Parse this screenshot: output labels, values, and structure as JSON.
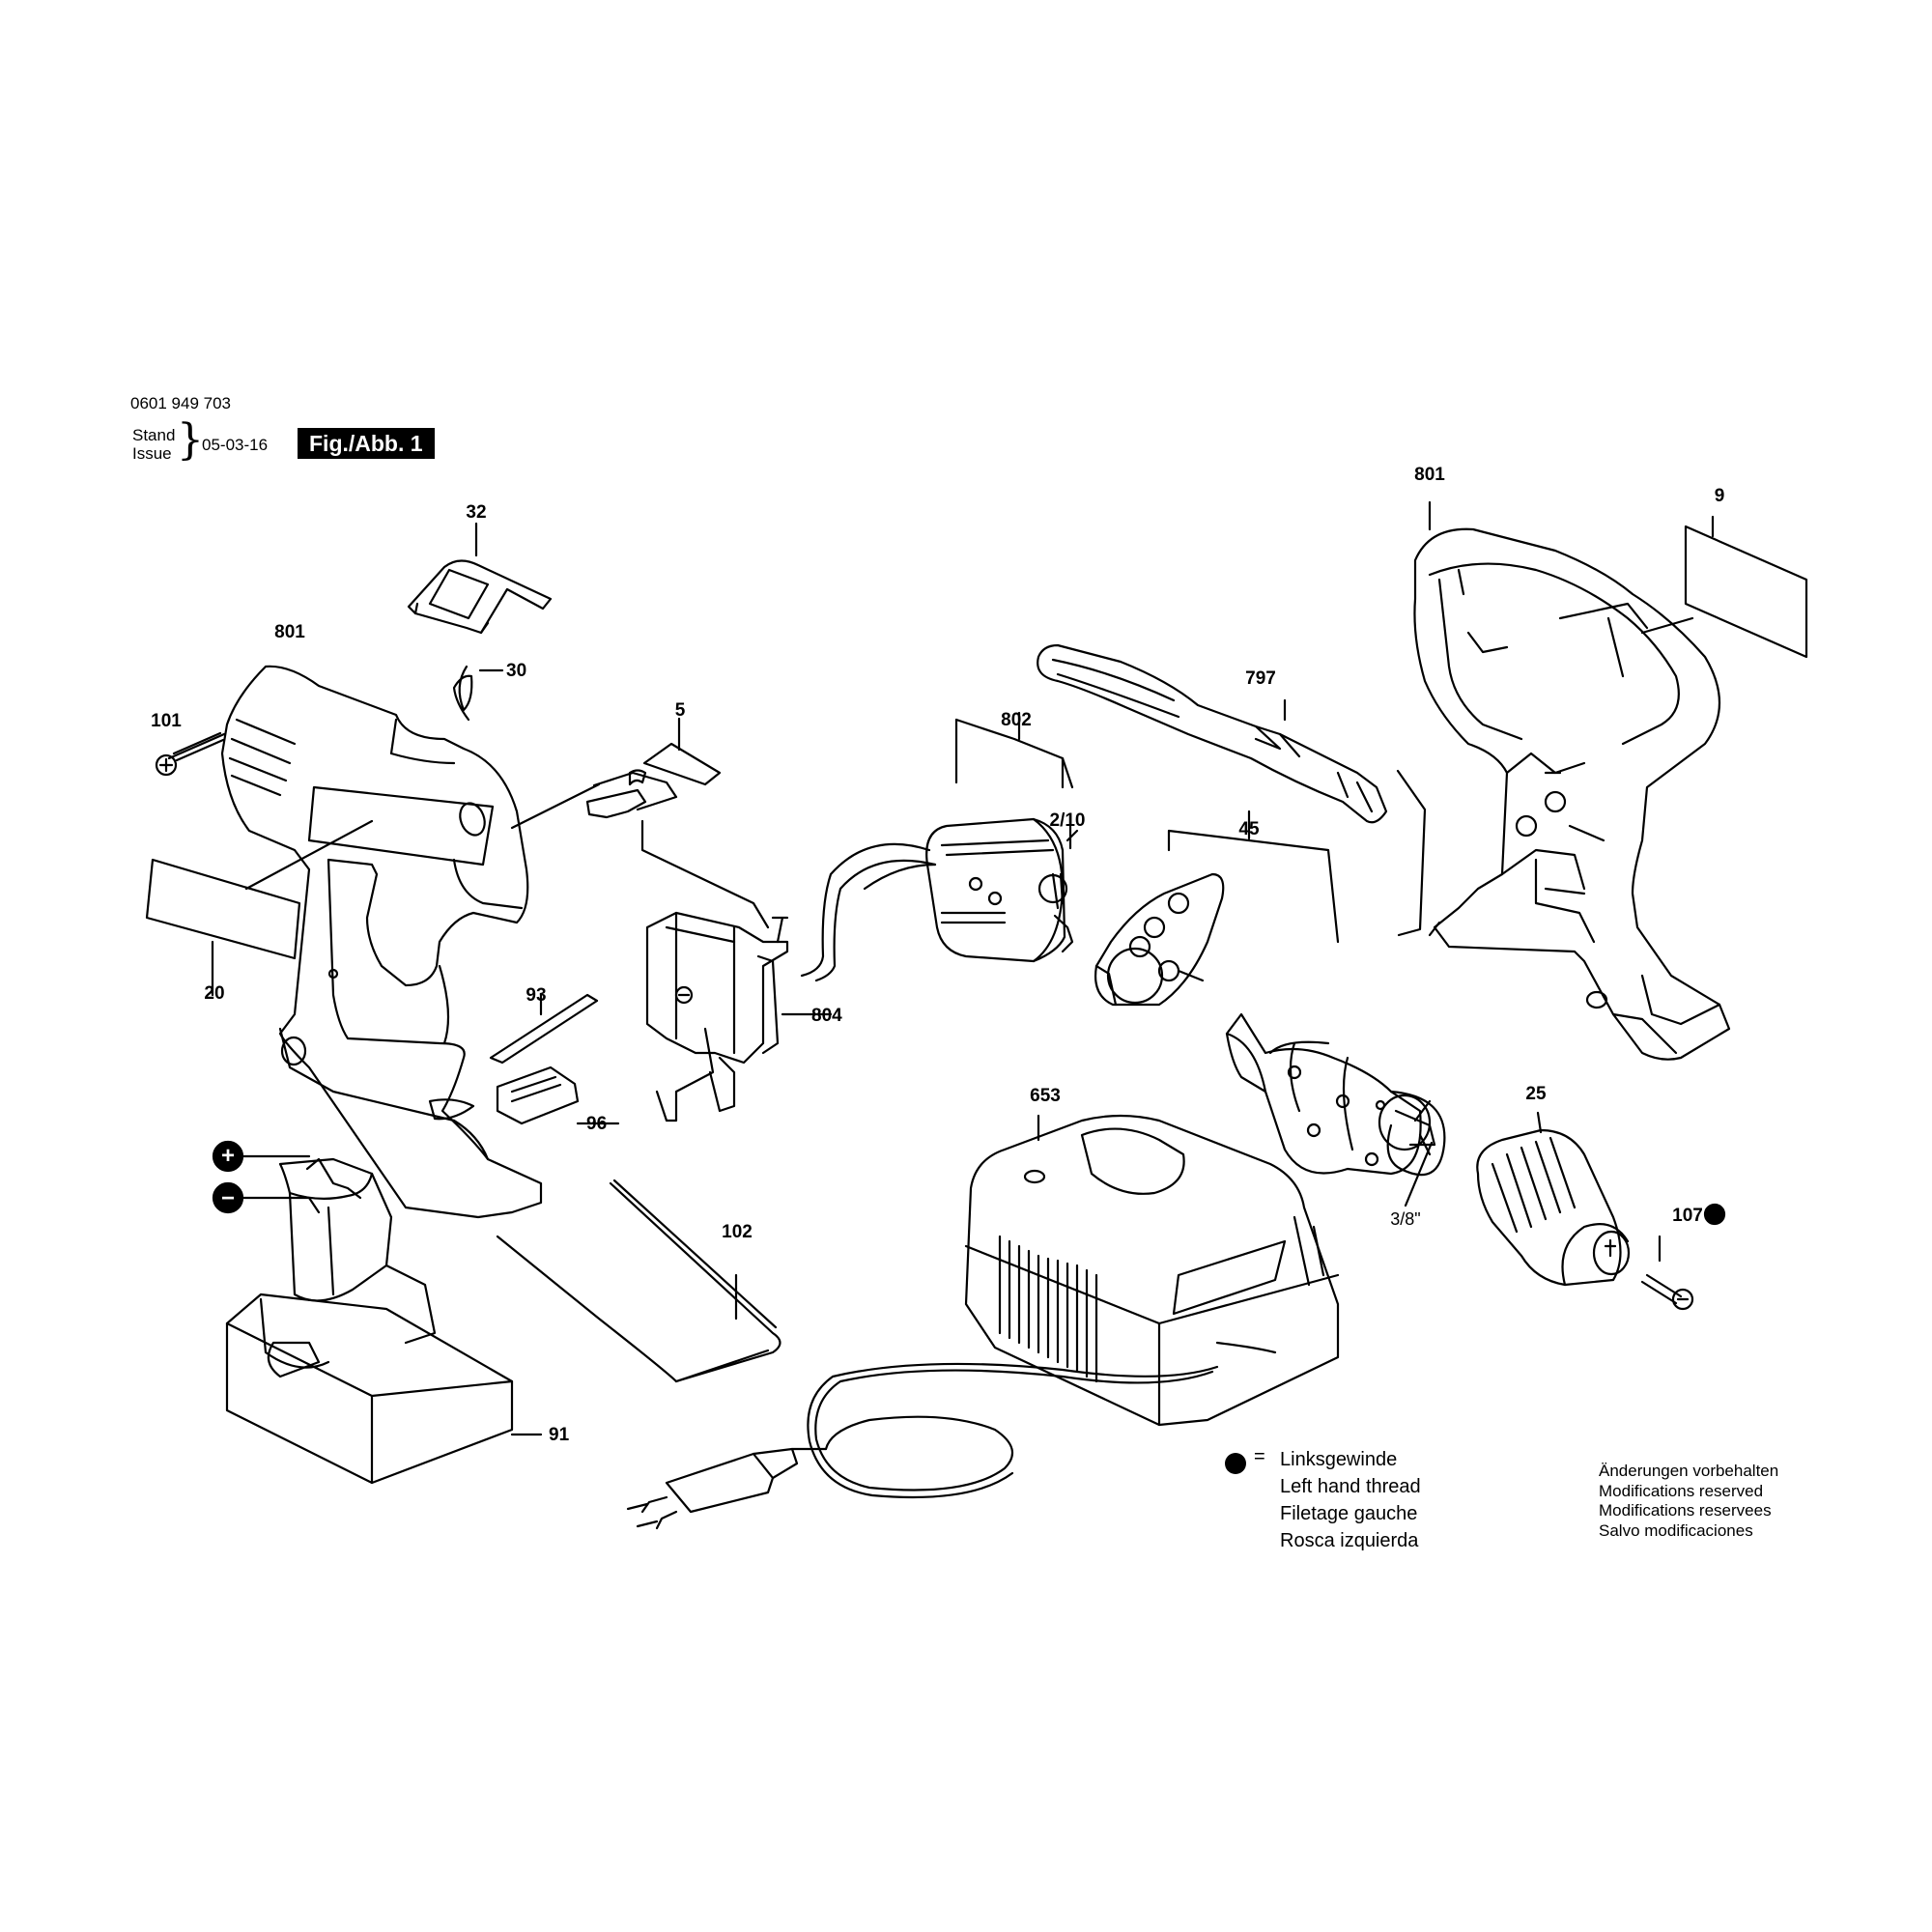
{
  "header": {
    "document_number": "0601 949 703",
    "stand_label": "Stand",
    "issue_label": "Issue",
    "date": "05-03-16",
    "figure_label": "Fig./Abb. 1"
  },
  "parts": {
    "p801_left": "801",
    "p801_right": "801",
    "p101": "101",
    "p32": "32",
    "p30": "30",
    "p20": "20",
    "p5": "5",
    "p802": "802",
    "p2_10": "2/10",
    "p797": "797",
    "p9": "9",
    "p45": "45",
    "p804": "804",
    "p93": "93",
    "p96": "96",
    "p653": "653",
    "p25": "25",
    "p107": "107",
    "p102": "102",
    "p91": "91",
    "thread_size": "3/8\""
  },
  "battery_terminals": {
    "plus": "+",
    "minus": "−"
  },
  "legend": {
    "equals": "=",
    "lines": [
      "Linksgewinde",
      "Left hand thread",
      "Filetage gauche",
      "Rosca izquierda"
    ]
  },
  "modifications": {
    "lines": [
      "Änderungen vorbehalten",
      "Modifications reserved",
      "Modifications reservees",
      "Salvo modificaciones"
    ]
  }
}
